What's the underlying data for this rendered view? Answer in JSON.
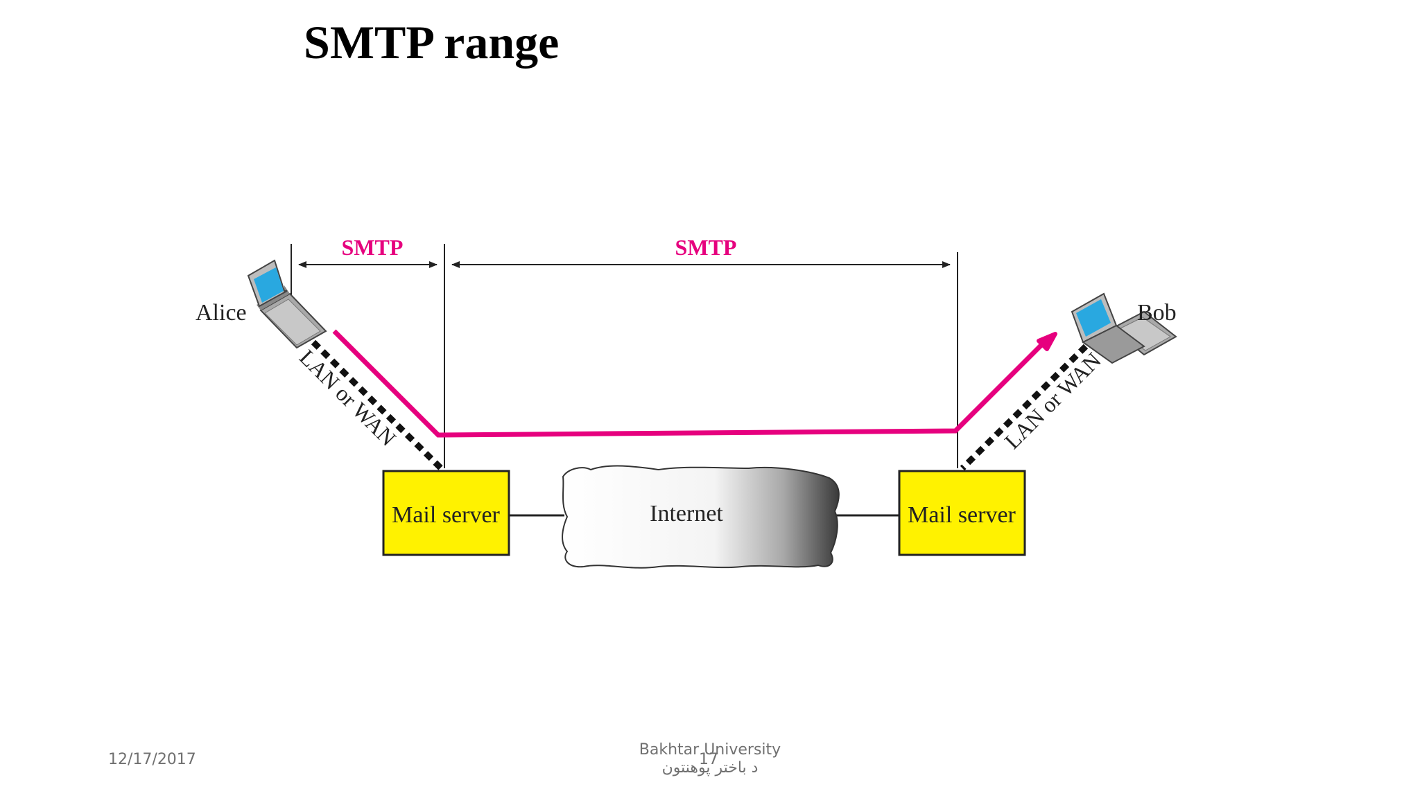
{
  "slide": {
    "title": "SMTP range"
  },
  "diagram": {
    "protocol_label_left": "SMTP",
    "protocol_label_right": "SMTP",
    "sender": "Alice",
    "receiver": "Bob",
    "link_left": "LAN or WAN",
    "link_right": "LAN or WAN",
    "server_left": "Mail server",
    "server_right": "Mail server",
    "network": "Internet",
    "colors": {
      "protocol": "#e6007e",
      "server_fill": "#fff200",
      "laptop_screen": "#29a8e0"
    }
  },
  "footer": {
    "date": "12/17/2017",
    "institution": "Bakhtar University",
    "institution_local": "د باختر پوهنتون",
    "page_number": "17"
  }
}
